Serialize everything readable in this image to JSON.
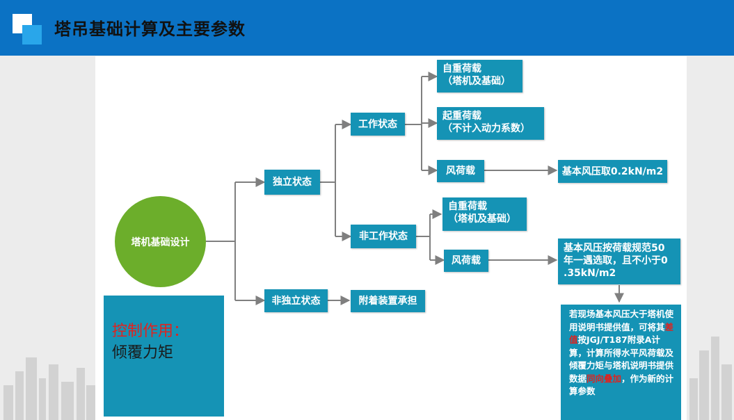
{
  "header": {
    "title": "塔吊基础计算及主要参数"
  },
  "diagram": {
    "root": "塔机基础设计",
    "independent": "独立状态",
    "non_independent": "非独立状态",
    "working": "工作状态",
    "non_working": "非工作状态",
    "self_weight_1": [
      "自重荷载",
      "（塔机及基础）"
    ],
    "lifting_load": [
      "起重荷载",
      "（不计入动力系数）"
    ],
    "wind_load_1": "风荷载",
    "wind_pressure_1": "基本风压取0.2kN/m2",
    "self_weight_2": [
      "自重荷载",
      "（塔机及基础）"
    ],
    "wind_load_2": "风荷载",
    "wind_pressure_2": [
      "基本风压按荷载规范50",
      "年一遇选取，且不小于0",
      ".35kN/m2"
    ],
    "attachment": "附着装置承担",
    "control": {
      "title": "控制作用：",
      "value": "倾覆力矩"
    },
    "note": {
      "p1": "若现场基本风压大于塔机使用说明书提供值，可将其",
      "h1": "差值",
      "p2": "按JGJ/T187附录A计算，计算所得水平风荷载及倾覆力矩与塔机说明书提供数据",
      "h2": "同向叠加",
      "p3": "，作为新的计算参数"
    }
  },
  "colors": {
    "header": "#0b72c4",
    "box": "#1593b5",
    "root": "#6cae2b",
    "highlight": "#e0221e",
    "line": "#7f7f7f"
  }
}
